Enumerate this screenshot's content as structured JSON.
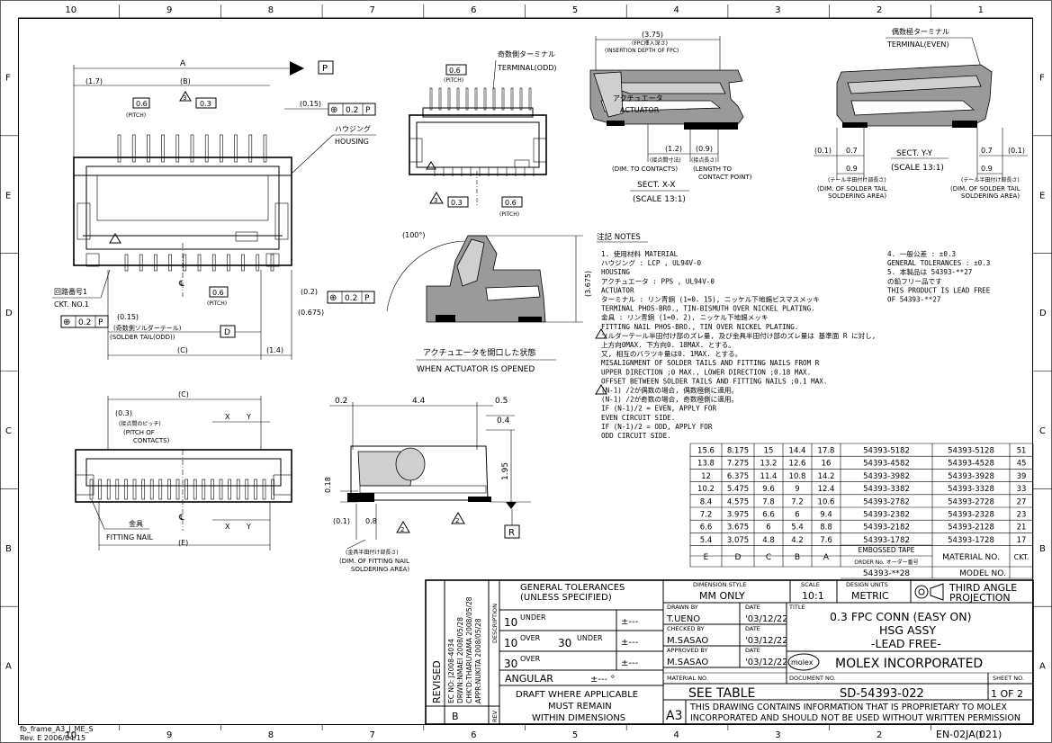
{
  "frame": {
    "col_labels": [
      "10",
      "9",
      "8",
      "7",
      "6",
      "5",
      "4",
      "3",
      "2",
      "1"
    ],
    "row_labels": [
      "F",
      "E",
      "D",
      "C",
      "B",
      "A"
    ],
    "frame_id": "fb_frame_A3_J_ME_S",
    "frame_rev": "Rev. E 2006/04/15",
    "doc_form": "EN-02JA(021)"
  },
  "top_view": {
    "dim_A": "A",
    "dim_B": "(B)",
    "dim_C": "(C)",
    "dim_D": "D",
    "dim_17": "(1.7)",
    "dim_015_top": "(0.15)",
    "dim_015_bot": "(0.15)",
    "dim_02": "(0.2)",
    "dim_0675": "(0.675)",
    "dim_14": "(1.4)",
    "pitch06": "0.6",
    "pitch_label": "(PITCH)",
    "dim_03": "0.3",
    "tri3": "3",
    "datum_P": "P",
    "fcf_sym": "⊕",
    "fcf_val": "0.2",
    "fcf_ref": "P",
    "housing_jp": "ハウジング",
    "housing_en": "HOUSING",
    "ckt_jp": "回路番号1",
    "ckt_en": "CKT. NO.1",
    "tail_odd_jp": "(奇数側ソルダーテール)",
    "tail_odd_en": "(SOLDER TAIL(ODD))",
    "pitch06b": "0.6",
    "pitch_b": "(PITCH)",
    "cl": "℄"
  },
  "front_view": {
    "pitch06": "0.6",
    "pitch": "(PITCH)",
    "dim03": "0.3",
    "pitch06b": "0.6",
    "pitchb": "(PITCH)",
    "tri3": "3",
    "odd_jp": "奇数側ターミナル",
    "odd_en": "TERMINAL(ODD)"
  },
  "sect_xx": {
    "d375": "(3.75)",
    "fpc_jp": "(FPC挿入深さ)",
    "fpc_en": "(INSERTION DEPTH OF FPC)",
    "d12": "(1.2)",
    "d09": "(0.9)",
    "c_jp": "(接点間寸法)",
    "c_en": "(DIM. TO CONTACTS)",
    "l_jp": "(接点長さ)",
    "l_en": "(LENGTH TO",
    "l_en2": "CONTACT POINT)",
    "act_jp": "アクチュエータ",
    "act_en": "ACTUATOR",
    "title": "SECT. X-X",
    "scale": "(SCALE 13:1)"
  },
  "sect_yy": {
    "even_jp": "偶数極ターミナル",
    "even_en": "TERMINAL(EVEN)",
    "d01a": "(0.1)",
    "d07a": "0.7",
    "d07b": "0.7",
    "d01b": "(0.1)",
    "d09a": "0.9",
    "d09b": "0.9",
    "title": "SECT. Y-Y",
    "scale": "(SCALE 13:1)",
    "sa_jp": "(テール半田付け部長さ)",
    "sa_en1": "(DIM. OF SOLDER TAIL",
    "sa_en2": "SOLDERING AREA)",
    "sb_jp": "(テール半田付け部長さ)",
    "sb_en1": "(DIM. OF SOLDER TAIL",
    "sb_en2": "SOLDERING AREA)"
  },
  "open_view": {
    "angle": "(100°)",
    "height": "(3.675)",
    "cap_jp": "アクチュエータを開口した状態",
    "cap_en": "WHEN ACTUATOR IS OPENED"
  },
  "notes": {
    "header": "注記  NOTES",
    "lines": [
      "1. 使用材料  MATERIAL",
      "   ハウジング   :    LCP , UL94V-0",
      "   HOUSING",
      "   アクチュエータ  :  PPS , UL94V-0",
      "   ACTUATOR",
      "   ターミナル  :        リン青銅 (1=0. 15), ニッケル下地錫ビスマスメッキ",
      "   TERMINAL           PHOS-BRO., TIN-BISMUTH OVER NICKEL PLATING.",
      "   金具  :               リン青銅 (1=0. 2), ニッケル下地錫メッキ",
      "   FITTING NAIL      PHOS-BRO., TIN OVER NICKEL PLATING.",
      "   ソルダーテール半田付け部のズレ量, 及び金具半田付け部のズレ量は  基準面 R に対し,",
      "   上方向0MAX. 下方向0. 18MAX. とする。",
      "   又, 相互のバラツキ量は0. 1MAX. とする。",
      "   MISALIGNMENT OF SOLDER TAILS AND FITTING NAILS FROM R",
      "   UPPER DIRECTION ;0 MAX., LOWER DIRECTION ;0.18 MAX.",
      "   OFFSET BETWEEN SOLDER TAILS AND FITTING NAILS ;0.1 MAX.",
      "   (N-1) /2が偶数の場合, 偶数極側に適用。",
      "   (N-1) /2が奇数の場合, 奇数極側に適用。",
      "   IF (N-1)/2 = EVEN, APPLY FOR",
      "   EVEN CIRCUIT SIDE.",
      "   IF (N-1)/2 = ODD, APPLY FOR",
      "   ODD CIRCUIT SIDE."
    ],
    "right_lines": [
      "4. 一般公差  : ±0.3",
      "   GENERAL TOLERANCES : ±0.3",
      "5. 本製品は  54393-**27",
      "   の鉛フリー品です",
      "   THIS PRODUCT IS LEAD FREE",
      "   OF 54393-**27"
    ]
  },
  "side_view": {
    "d02": "0.2",
    "d44": "4.4",
    "d05": "0.5",
    "d04": "0.4",
    "d018": "0.18",
    "d195": "1.95",
    "d01": "(0.1)",
    "d08": "0.8",
    "tri2": "2",
    "tri2b": "2",
    "datum_R": "R",
    "fn_jp": "(金具半田付け部長さ)",
    "fn_en1": "(DIM. OF FITTING NAIL",
    "fn_en2": "SOLDERING AREA)"
  },
  "bottom_view": {
    "dC": "(C)",
    "dE": "(E)",
    "d03": "(0.3)",
    "jp": "(接点間のピッチ)",
    "en1": "(PITCH OF",
    "en2": "CONTACTS)",
    "X": "X",
    "Y": "Y",
    "X2": "X",
    "Y2": "Y",
    "nail_jp": "金具",
    "nail_en": "FITTING NAIL",
    "cl": "℄"
  },
  "dim_table": {
    "rows": [
      [
        "15.6",
        "8.175",
        "15",
        "14.4",
        "17.8",
        "54393-5182",
        "54393-5128",
        "51"
      ],
      [
        "13.8",
        "7.275",
        "13.2",
        "12.6",
        "16",
        "54393-4582",
        "54393-4528",
        "45"
      ],
      [
        "12",
        "6.375",
        "11.4",
        "10.8",
        "14.2",
        "54393-3982",
        "54393-3928",
        "39"
      ],
      [
        "10.2",
        "5.475",
        "9.6",
        "9",
        "12.4",
        "54393-3382",
        "54393-3328",
        "33"
      ],
      [
        "8.4",
        "4.575",
        "7.8",
        "7.2",
        "10.6",
        "54393-2782",
        "54393-2728",
        "27"
      ],
      [
        "7.2",
        "3.975",
        "6.6",
        "6",
        "9.4",
        "54393-2382",
        "54393-2328",
        "23"
      ],
      [
        "6.6",
        "3.675",
        "6",
        "5.4",
        "8.8",
        "54393-2182",
        "54393-2128",
        "21"
      ],
      [
        "5.4",
        "3.075",
        "4.8",
        "4.2",
        "7.6",
        "54393-1782",
        "54393-1728",
        "17"
      ]
    ],
    "headers": [
      "E",
      "D",
      "C",
      "B",
      "A"
    ],
    "embossed": "EMBOSSED TAPE",
    "order_no": "ORDER No. オーダー番号",
    "material_no": "MATERIAL NO.",
    "ckt": "CKT.",
    "model_val": "54393-**28",
    "model_label": "MODEL NO."
  },
  "title_block": {
    "revised": "REVISED",
    "rev_lines": [
      "EC NO: J2008-4034",
      "DRWN:NMAEI      2008/05/28",
      "CHK'D:THARUYAMA  2008/05/28",
      "APPR:NUKITA      2008/05/28"
    ],
    "rev_letter": "B",
    "rev_tag": "REV",
    "desc": "DESCRIPTION",
    "gen_tol1": "GENERAL TOLERANCES",
    "gen_tol2": "(UNLESS SPECIFIED)",
    "tol_rows": [
      {
        "a": "10",
        "b": "UNDER",
        "c": "",
        "d": "",
        "v": "±---"
      },
      {
        "a": "10",
        "b": "OVER",
        "c": "30",
        "d": "UNDER",
        "v": "±---"
      },
      {
        "a": "30",
        "b": "OVER",
        "c": "",
        "d": "",
        "v": "±---"
      }
    ],
    "angular": "ANGULAR",
    "ang_val": "±---  °",
    "draft1": "DRAFT WHERE APPLICABLE",
    "draft2": "MUST REMAIN",
    "draft3": "WITHIN DIMENSIONS",
    "dim_style_label": "DIMENSION STYLE",
    "dim_style": "MM ONLY",
    "scale_label": "SCALE",
    "scale": "10:1",
    "units_label": "DESIGN UNITS",
    "units": "METRIC",
    "proj1": "THIRD ANGLE",
    "proj2": "PROJECTION",
    "drawn_label": "DRAWN BY",
    "drawn": "T.UENO",
    "checked_label": "CHECKED BY",
    "checked": "M.SASAO",
    "approved_label": "APPROVED BY",
    "approved": "M.SASAO",
    "date_label": "DATE",
    "date1": "'03/12/22",
    "date2": "'03/12/22",
    "date3": "'03/12/22",
    "title_label": "TITLE",
    "title1": "0.3 FPC CONN (EASY ON)",
    "title2": "HSG ASSY",
    "title3": "-LEAD FREE-",
    "molex_logo": "molex",
    "company": "MOLEX INCORPORATED",
    "material_label": "MATERIAL NO.",
    "material": "SEE TABLE",
    "doc_label": "DOCUMENT NO.",
    "doc": "SD-54393-022",
    "sheet_label": "SHEET NO.",
    "sheet": "1 OF 2",
    "size": "A3",
    "prop1": "THIS DRAWING CONTAINS INFORMATION THAT IS PROPRIETARY TO MOLEX",
    "prop2": "INCORPORATED AND SHOULD NOT BE USED WITHOUT WRITTEN PERMISSION"
  }
}
